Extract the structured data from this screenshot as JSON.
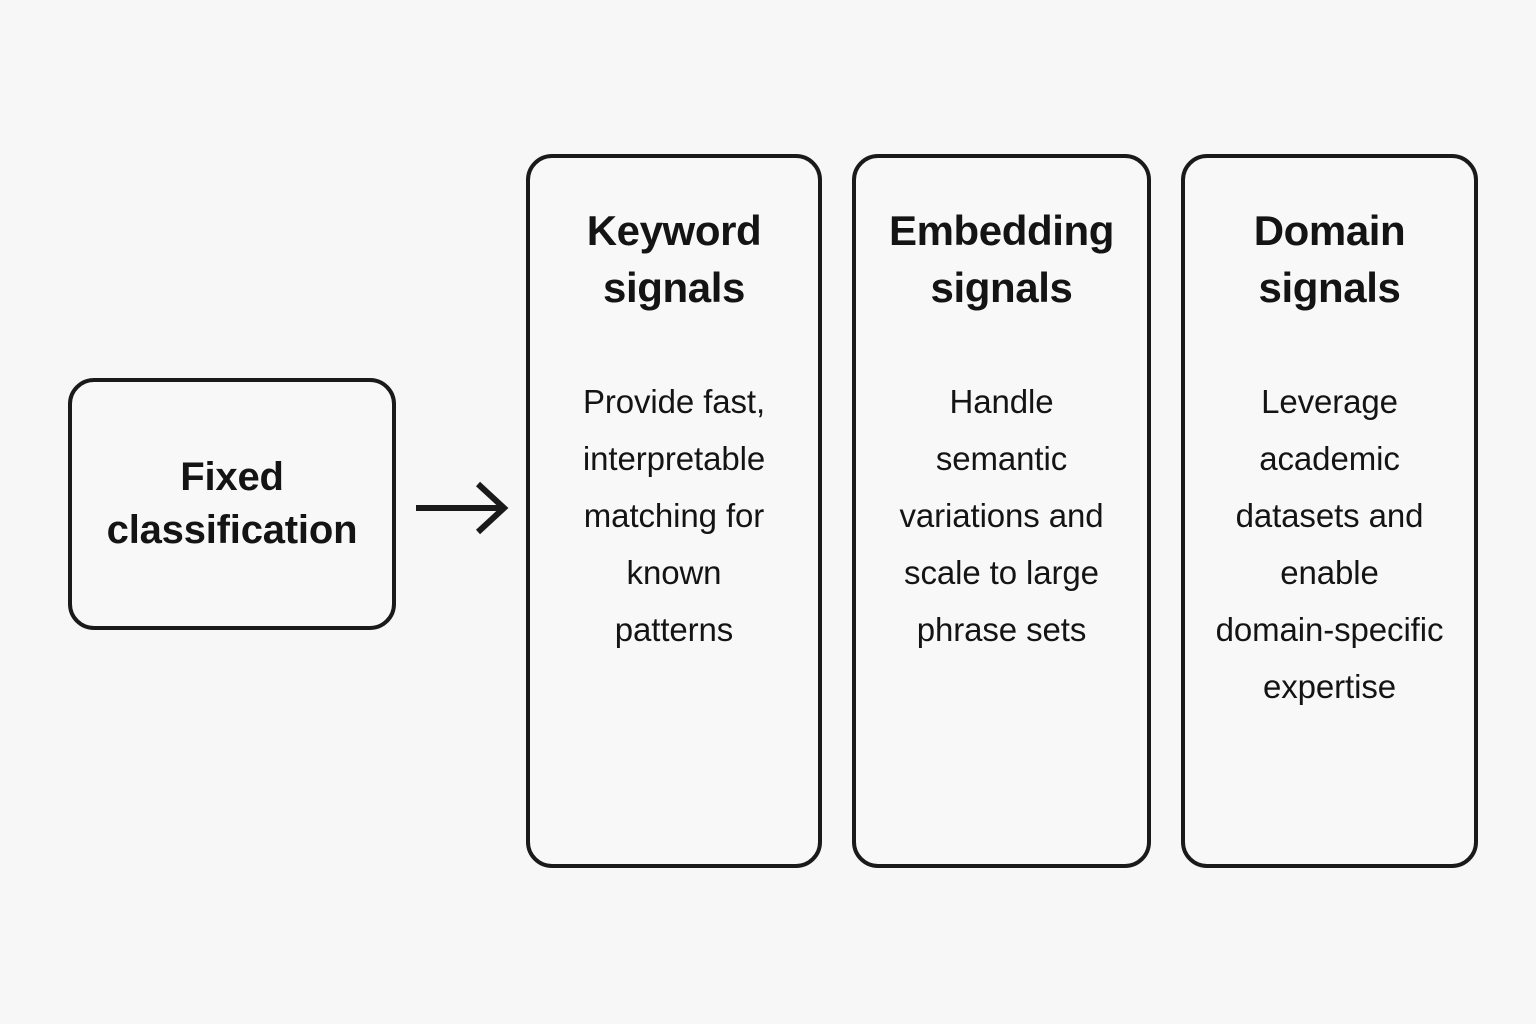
{
  "diagram": {
    "type": "flow",
    "source": {
      "label": "Fixed\nclassification"
    },
    "connector": {
      "icon": "arrow-right-icon",
      "from": "Fixed classification",
      "to": "signal cards"
    },
    "cards": [
      {
        "id": "keyword-signals",
        "title": "Keyword\nsignals",
        "body": "Provide fast,\ninterpretable\nmatching for\nknown\npatterns"
      },
      {
        "id": "embedding-signals",
        "title": "Embedding\nsignals",
        "body": "Handle\nsemantic\nvariations and\nscale to large\nphrase sets"
      },
      {
        "id": "domain-signals",
        "title": "Domain\nsignals",
        "body": "Leverage\nacademic\ndatasets and\nenable\ndomain-specific\nexpertise"
      }
    ],
    "colors": {
      "background": "#f7f7f8",
      "stroke": "#1a1a1a",
      "text": "#141414",
      "card_fill": "#f8f8f9"
    }
  }
}
